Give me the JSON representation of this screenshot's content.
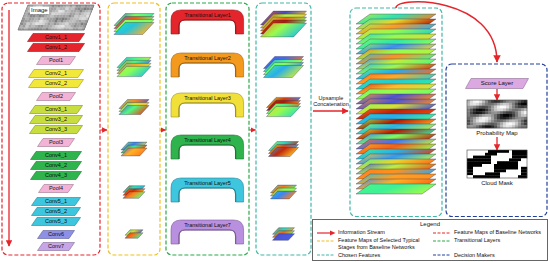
{
  "diagram": {
    "nodes": [
      {
        "text": [
          "Image"
        ]
      },
      {
        "text": [
          "Conv1_1"
        ]
      },
      {
        "text": [
          "Conv1_2"
        ]
      },
      {
        "text": [
          "Pool1"
        ]
      },
      {
        "text": [
          "Conv2_1"
        ]
      },
      {
        "text": [
          "Conv2_2"
        ]
      },
      {
        "text": [
          "Pool2"
        ]
      },
      {
        "text": [
          "Conv3_1"
        ]
      },
      {
        "text": [
          "Conv3_2"
        ]
      },
      {
        "text": [
          "Conv3_3"
        ]
      },
      {
        "text": [
          "Pool3"
        ]
      },
      {
        "text": [
          "Conv4_1"
        ]
      },
      {
        "text": [
          "Conv4_2"
        ]
      },
      {
        "text": [
          "Conv4_3"
        ]
      },
      {
        "text": [
          "Pool4"
        ]
      },
      {
        "text": [
          "Conv5_1"
        ]
      },
      {
        "text": [
          "Conv5_2"
        ]
      },
      {
        "text": [
          "Conv5_3"
        ]
      },
      {
        "text": [
          "Conv6"
        ]
      },
      {
        "text": [
          "Conv7"
        ]
      },
      {
        "text": [
          "Transitional Layer1"
        ]
      },
      {
        "text": [
          "Transitional Layer2"
        ]
      },
      {
        "text": [
          "Transitional Layer3"
        ]
      },
      {
        "text": [
          "Transitional Layer4"
        ]
      },
      {
        "text": [
          "Transitional Layer5"
        ]
      },
      {
        "text": [
          "Transitional Layer7"
        ]
      },
      {
        "text": [
          "Score Layer"
        ]
      },
      {
        "text": [
          "Probability Map"
        ]
      },
      {
        "text": [
          "Cloud Mask"
        ]
      }
    ],
    "edges": [
      {
        "from": 26,
        "to": 27,
        "arrow": "to"
      },
      {
        "from": 27,
        "to": 28,
        "arrow": "to"
      }
    ],
    "labels": [
      "Upsample Concatenation",
      "Legend"
    ],
    "legend": [
      {
        "text": "Information Stream"
      },
      {
        "text": "Feature Maps of Baseline Networks"
      },
      {
        "text": "Feature Maps of Selected Typical Stages from Baseline Networks"
      },
      {
        "text": "Transitional Layers"
      },
      {
        "text": "Chosen Features"
      },
      {
        "text": "Decision Makers"
      }
    ]
  }
}
